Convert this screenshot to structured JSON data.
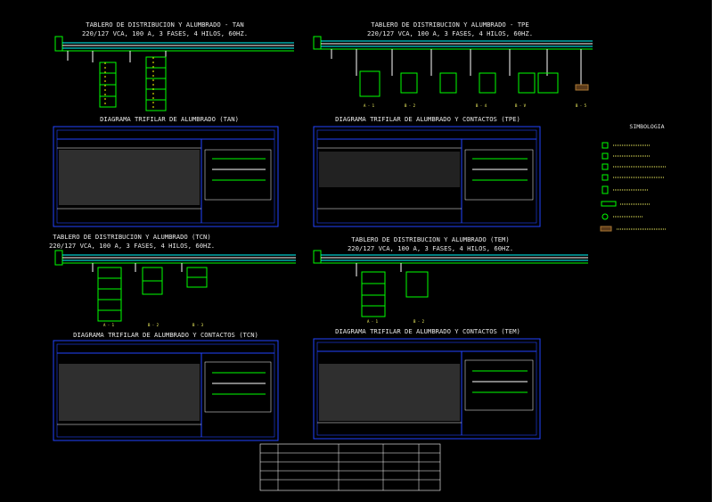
{
  "panels": {
    "tan": {
      "title_line1": "TABLERO DE DISTRIBUCION Y ALUMBRADO - TAN",
      "title_line2": "220/127 VCA, 100 A, 3 FASES, 4 HILOS, 60HZ.",
      "diagram_title": "DIAGRAMA TRIFILAR DE ALUMBRADO (TAN)"
    },
    "tpe": {
      "title_line1": "TABLERO DE DISTRIBUCION Y ALUMBRADO - TPE",
      "title_line2": "220/127 VCA, 100 A, 3 FASES, 4 HILOS, 60HZ.",
      "diagram_title": "DIAGRAMA TRIFILAR DE ALUMBRADO Y CONTACTOS (TPE)",
      "circuit_labels": [
        "A - 1",
        "B - 2",
        "B - 4",
        "B - V",
        "B - 5"
      ]
    },
    "tcn": {
      "title_line1": "TABLERO DE DISTRIBUCION Y ALUMBRADO (TCN)",
      "title_line2": "220/127 VCA, 100 A, 3 FASES, 4 HILOS, 60HZ.",
      "diagram_title": "DIAGRAMA TRIFILAR DE ALUMBRADO Y CONTACTOS (TCN)",
      "circuit_labels": [
        "A - 1",
        "B - 2",
        "B - 3"
      ]
    },
    "tem": {
      "title_line1": "TABLERO DE DISTRIBUCION Y ALUMBRADO (TEM)",
      "title_line2": "220/127 VCA, 100 A, 3 FASES, 4 HILOS, 60HZ.",
      "diagram_title": "DIAGRAMA TRIFILAR DE ALUMBRADO Y CONTACTOS (TEM)",
      "circuit_labels": [
        "A - 1",
        "B - 2"
      ]
    }
  },
  "legend": {
    "title": "SIMBOLOGIA"
  }
}
